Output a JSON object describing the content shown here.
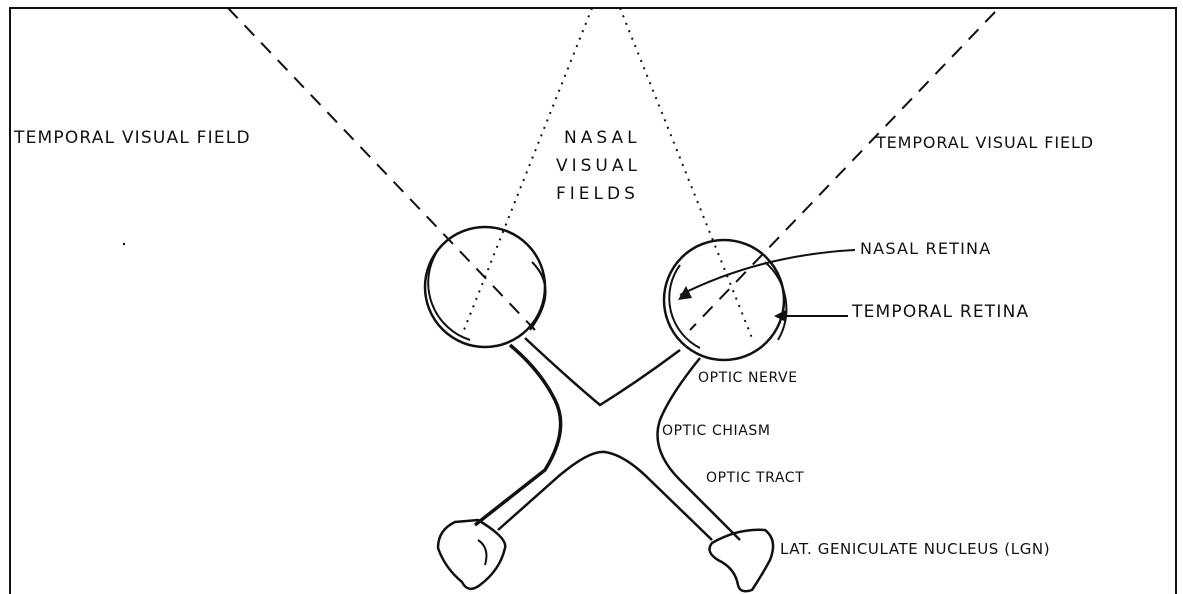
{
  "labels": {
    "temporal_field_left": "TEMPORAL VISUAL FIELD",
    "nasal_fields_line1": "NASAL",
    "nasal_fields_line2": "VISUAL",
    "nasal_fields_line3": "FIELDS",
    "temporal_field_right": "TEMPORAL VISUAL FIELD",
    "nasal_retina": "NASAL RETINA",
    "temporal_retina": "TEMPORAL RETINA",
    "optic_nerve": "OPTIC NERVE",
    "optic_chiasm": "OPTIC CHIASM",
    "optic_tract": "OPTIC TRACT",
    "lgn": "LAT. GENICULATE NUCLEUS (LGN)"
  },
  "colors": {
    "ink": "#111111",
    "background": "#ffffff"
  }
}
